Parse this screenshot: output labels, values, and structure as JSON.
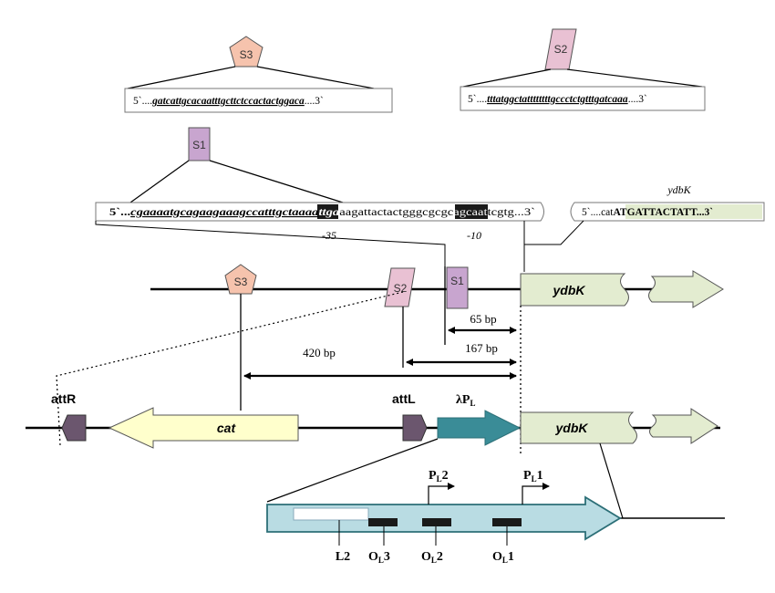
{
  "colors": {
    "s3_fill": "#f6c3ad",
    "s2_fill": "#e9c1d3",
    "s1_fill": "#c8a5cf",
    "ydbk_fill": "#e3ecd0",
    "cat_fill": "#ffffcc",
    "att_fill": "#6b566e",
    "promoter_fill": "#3a8c97",
    "operator_fill": "#bfe0e6",
    "box_fill": "#1a1a1a"
  },
  "markers": {
    "s3": "S3",
    "s2": "S2",
    "s1": "S1"
  },
  "sequences": {
    "s3_prefix": "5`....",
    "s3_seq": "gatcattgcacaatttgcttctccactactggaca",
    "s3_suffix": "....3`",
    "s2_prefix": "5`....",
    "s2_seq": "tttatggctattttttttgccctctgtttgatcaaa",
    "s2_suffix": "....3`",
    "s1_prefix": "5`...",
    "s1_seq": "cgaaaatgcagaagaaagccatttgctaaaa",
    "s1_box1": "ttga",
    "s1_mid1": "aa",
    "s1_plain": "gattactactgggcgcgc",
    "s1_box2": "agcaat",
    "s1_end": "tcgtg...3`",
    "ydbk_prefix": "5`....cat",
    "ydbk_seq": "ATGATTACTATT...3`"
  },
  "labels": {
    "minus35": "-35",
    "minus10": "-10",
    "ydbk_italic": "ydbK",
    "ydbk_gene_top": "ydbK",
    "ydbk_gene_bottom": "ydbK",
    "cat": "cat",
    "attR": "attR",
    "attL": "attL",
    "lambda": "λP",
    "lambda_sub": "L",
    "bp65": "65 bp",
    "bp167": "167 bp",
    "bp420": "420 bp",
    "pl2": "P",
    "pl2_sub": "L",
    "pl2_num": "2",
    "pl1": "P",
    "pl1_sub": "L",
    "pl1_num": "1",
    "l2": "L2",
    "ol3": "O",
    "ol3_sub": "L",
    "ol3_num": "3",
    "ol2": "O",
    "ol2_sub": "L",
    "ol2_num": "2",
    "ol1": "O",
    "ol1_sub": "L",
    "ol1_num": "1"
  }
}
